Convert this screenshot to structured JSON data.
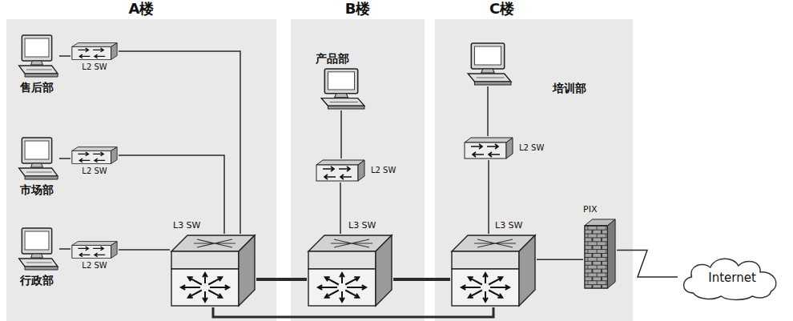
{
  "diagram": {
    "nodes": [
      {
        "text": [
          "A楼"
        ]
      },
      {
        "text": [
          "售后部"
        ],
        "in": 0
      },
      {
        "text": [
          "L2 SW"
        ],
        "in": 0
      },
      {
        "text": [
          "市场部"
        ],
        "in": 0
      },
      {
        "text": [
          "L2 SW"
        ],
        "in": 0
      },
      {
        "text": [
          "行政部"
        ],
        "in": 0
      },
      {
        "text": [
          "L2 SW"
        ],
        "in": 0
      },
      {
        "text": [
          "L3 SW"
        ],
        "in": 0
      },
      {
        "text": [
          "B楼"
        ]
      },
      {
        "text": [
          "产品部"
        ],
        "in": 8
      },
      {
        "text": [
          "L2 SW"
        ],
        "in": 8
      },
      {
        "text": [
          "L3 SW"
        ],
        "in": 8
      },
      {
        "text": [
          "C楼"
        ]
      },
      {
        "text": [
          "培训部"
        ],
        "in": 12
      },
      {
        "text": [
          "L2 SW"
        ],
        "in": 12
      },
      {
        "text": [
          "L3 SW"
        ],
        "in": 12
      },
      {
        "text": [
          "PIX"
        ],
        "in": 12
      },
      {
        "text": [
          "Internet"
        ]
      }
    ],
    "edges": [
      {
        "from": 1,
        "to": 2,
        "arrow": "none"
      },
      {
        "from": 3,
        "to": 4,
        "arrow": "none"
      },
      {
        "from": 5,
        "to": 6,
        "arrow": "none"
      },
      {
        "from": 2,
        "to": 7,
        "arrow": "none"
      },
      {
        "from": 4,
        "to": 7,
        "arrow": "none"
      },
      {
        "from": 6,
        "to": 7,
        "arrow": "none"
      },
      {
        "from": 9,
        "to": 10,
        "arrow": "none"
      },
      {
        "from": 10,
        "to": 11,
        "arrow": "none"
      },
      {
        "from": 13,
        "to": 14,
        "arrow": "none"
      },
      {
        "from": 14,
        "to": 15,
        "arrow": "none"
      },
      {
        "from": 7,
        "to": 11,
        "arrow": "none"
      },
      {
        "from": 11,
        "to": 15,
        "arrow": "none"
      },
      {
        "from": 7,
        "to": 15,
        "arrow": "none"
      },
      {
        "from": 15,
        "to": 16,
        "arrow": "none"
      },
      {
        "from": 16,
        "to": 17,
        "arrow": "none"
      }
    ]
  }
}
